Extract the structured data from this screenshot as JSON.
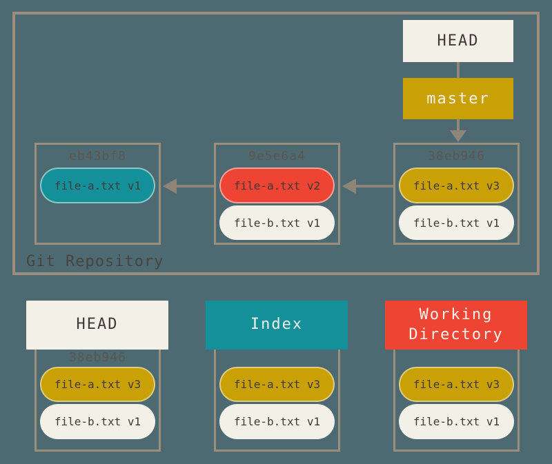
{
  "colors": {
    "bg": "#4D6A72",
    "tan": "#9C8E7D",
    "arrow": "#8E8478",
    "cream": "#F2F0E7",
    "gold": "#C9A006",
    "teal": "#13909A",
    "red": "#EE4433",
    "ink": "#3F3A35",
    "paper": "#F5F3EC",
    "hash": "#5D564E",
    "repoink": "#4A443E"
  },
  "repository": {
    "label": "Git Repository",
    "head_ref": "HEAD",
    "branch": "master",
    "commits": [
      {
        "hash": "eb43bf8",
        "files": [
          {
            "label": "file-a.txt v1",
            "color": "teal"
          }
        ]
      },
      {
        "hash": "9e5e6a4",
        "files": [
          {
            "label": "file-a.txt v2",
            "color": "red"
          },
          {
            "label": "file-b.txt v1",
            "color": "cream"
          }
        ]
      },
      {
        "hash": "38eb946",
        "files": [
          {
            "label": "file-a.txt v3",
            "color": "gold"
          },
          {
            "label": "file-b.txt v1",
            "color": "cream"
          }
        ]
      }
    ]
  },
  "trees": [
    {
      "title": "HEAD",
      "header_color": "cream",
      "hash": "38eb946",
      "files": [
        {
          "label": "file-a.txt v3",
          "color": "gold"
        },
        {
          "label": "file-b.txt v1",
          "color": "cream"
        }
      ]
    },
    {
      "title": "Index",
      "header_color": "teal",
      "files": [
        {
          "label": "file-a.txt v3",
          "color": "gold"
        },
        {
          "label": "file-b.txt v1",
          "color": "cream"
        }
      ]
    },
    {
      "title": "Working Directory",
      "header_color": "red",
      "files": [
        {
          "label": "file-a.txt v3",
          "color": "gold"
        },
        {
          "label": "file-b.txt v1",
          "color": "cream"
        }
      ]
    }
  ]
}
